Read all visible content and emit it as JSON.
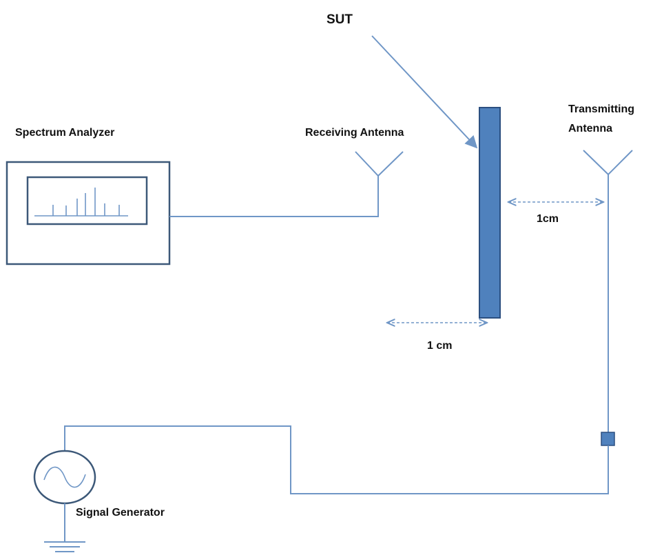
{
  "labels": {
    "sut": "SUT",
    "spectrum_analyzer": "Spectrum Analyzer",
    "receiving_antenna": "Receiving Antenna",
    "transmitting_antenna_line1": "Transmitting",
    "transmitting_antenna_line2": "Antenna",
    "distance_right": "1cm",
    "distance_bottom": "1 cm",
    "signal_generator": "Signal Generator"
  },
  "colors": {
    "wire": "#6f96c6",
    "sut_fill": "#4f81bd",
    "sut_stroke": "#2b4f80",
    "box_stroke": "#3c5878"
  }
}
